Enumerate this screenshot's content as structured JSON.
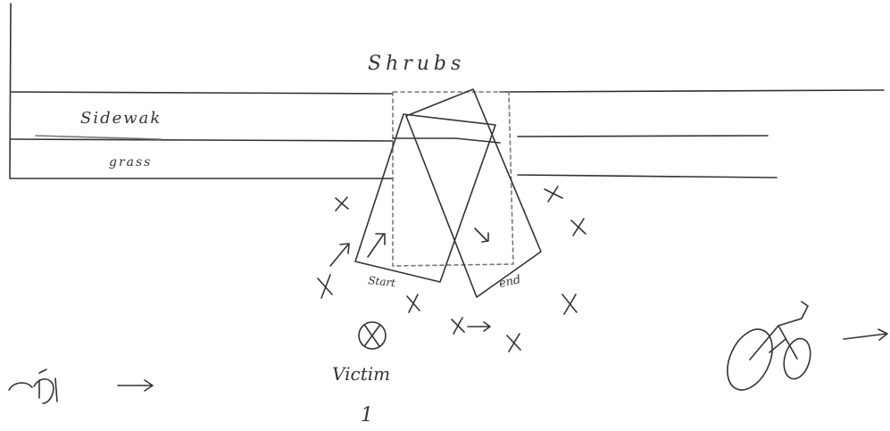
{
  "labels": {
    "shrubs": "Shrubs",
    "sidewalk": "Sidewak",
    "grass": "grass",
    "start": "Start",
    "end": "end",
    "victim": "Victim",
    "victim_number": "1"
  },
  "colors": {
    "ink": "#333333",
    "faint_ink": "#555555",
    "paper": "#ffffff"
  }
}
